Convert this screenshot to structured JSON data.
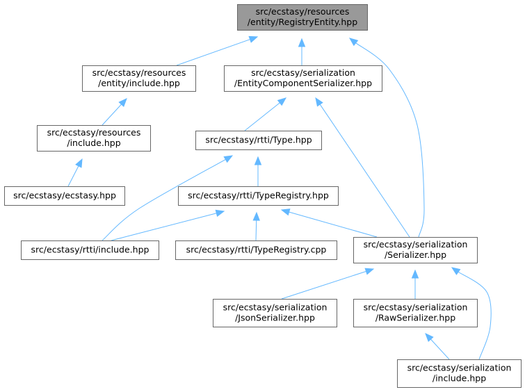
{
  "colors": {
    "root_fill": "#999999",
    "node_fill": "#ffffff",
    "node_border": "#666666",
    "edge": "#63b8ff",
    "text": "#000000"
  },
  "nodes": {
    "registry_entity": {
      "lines": [
        "src/ecstasy/resources",
        "/entity/RegistryEntity.hpp"
      ],
      "root": true
    },
    "entity_include": {
      "lines": [
        "src/ecstasy/resources",
        "/entity/include.hpp"
      ]
    },
    "entity_component_serializer": {
      "lines": [
        "src/ecstasy/serialization",
        "/EntityComponentSerializer.hpp"
      ]
    },
    "resources_include": {
      "lines": [
        "src/ecstasy/resources",
        "/include.hpp"
      ]
    },
    "ecstasy_hpp": {
      "lines": [
        "src/ecstasy/ecstasy.hpp"
      ]
    },
    "type_hpp": {
      "lines": [
        "src/ecstasy/rtti/Type.hpp"
      ]
    },
    "type_registry_hpp": {
      "lines": [
        "src/ecstasy/rtti/TypeRegistry.hpp"
      ]
    },
    "rtti_include": {
      "lines": [
        "src/ecstasy/rtti/include.hpp"
      ]
    },
    "type_registry_cpp": {
      "lines": [
        "src/ecstasy/rtti/TypeRegistry.cpp"
      ]
    },
    "serializer_hpp": {
      "lines": [
        "src/ecstasy/serialization",
        "/Serializer.hpp"
      ]
    },
    "json_serializer": {
      "lines": [
        "src/ecstasy/serialization",
        "/JsonSerializer.hpp"
      ]
    },
    "raw_serializer": {
      "lines": [
        "src/ecstasy/serialization",
        "/RawSerializer.hpp"
      ]
    },
    "serialization_include": {
      "lines": [
        "src/ecstasy/serialization",
        "/include.hpp"
      ]
    }
  },
  "edges": [
    {
      "from": "entity_include",
      "to": "registry_entity"
    },
    {
      "from": "entity_component_serializer",
      "to": "registry_entity"
    },
    {
      "from": "serializer_hpp",
      "to": "registry_entity"
    },
    {
      "from": "resources_include",
      "to": "entity_include"
    },
    {
      "from": "ecstasy_hpp",
      "to": "resources_include"
    },
    {
      "from": "type_hpp",
      "to": "entity_component_serializer"
    },
    {
      "from": "serializer_hpp",
      "to": "entity_component_serializer"
    },
    {
      "from": "type_registry_hpp",
      "to": "type_hpp"
    },
    {
      "from": "rtti_include",
      "to": "type_hpp"
    },
    {
      "from": "rtti_include",
      "to": "type_registry_hpp"
    },
    {
      "from": "type_registry_cpp",
      "to": "type_registry_hpp"
    },
    {
      "from": "serializer_hpp",
      "to": "type_registry_hpp"
    },
    {
      "from": "json_serializer",
      "to": "serializer_hpp"
    },
    {
      "from": "raw_serializer",
      "to": "serializer_hpp"
    },
    {
      "from": "serialization_include",
      "to": "serializer_hpp"
    },
    {
      "from": "serialization_include",
      "to": "raw_serializer"
    }
  ]
}
